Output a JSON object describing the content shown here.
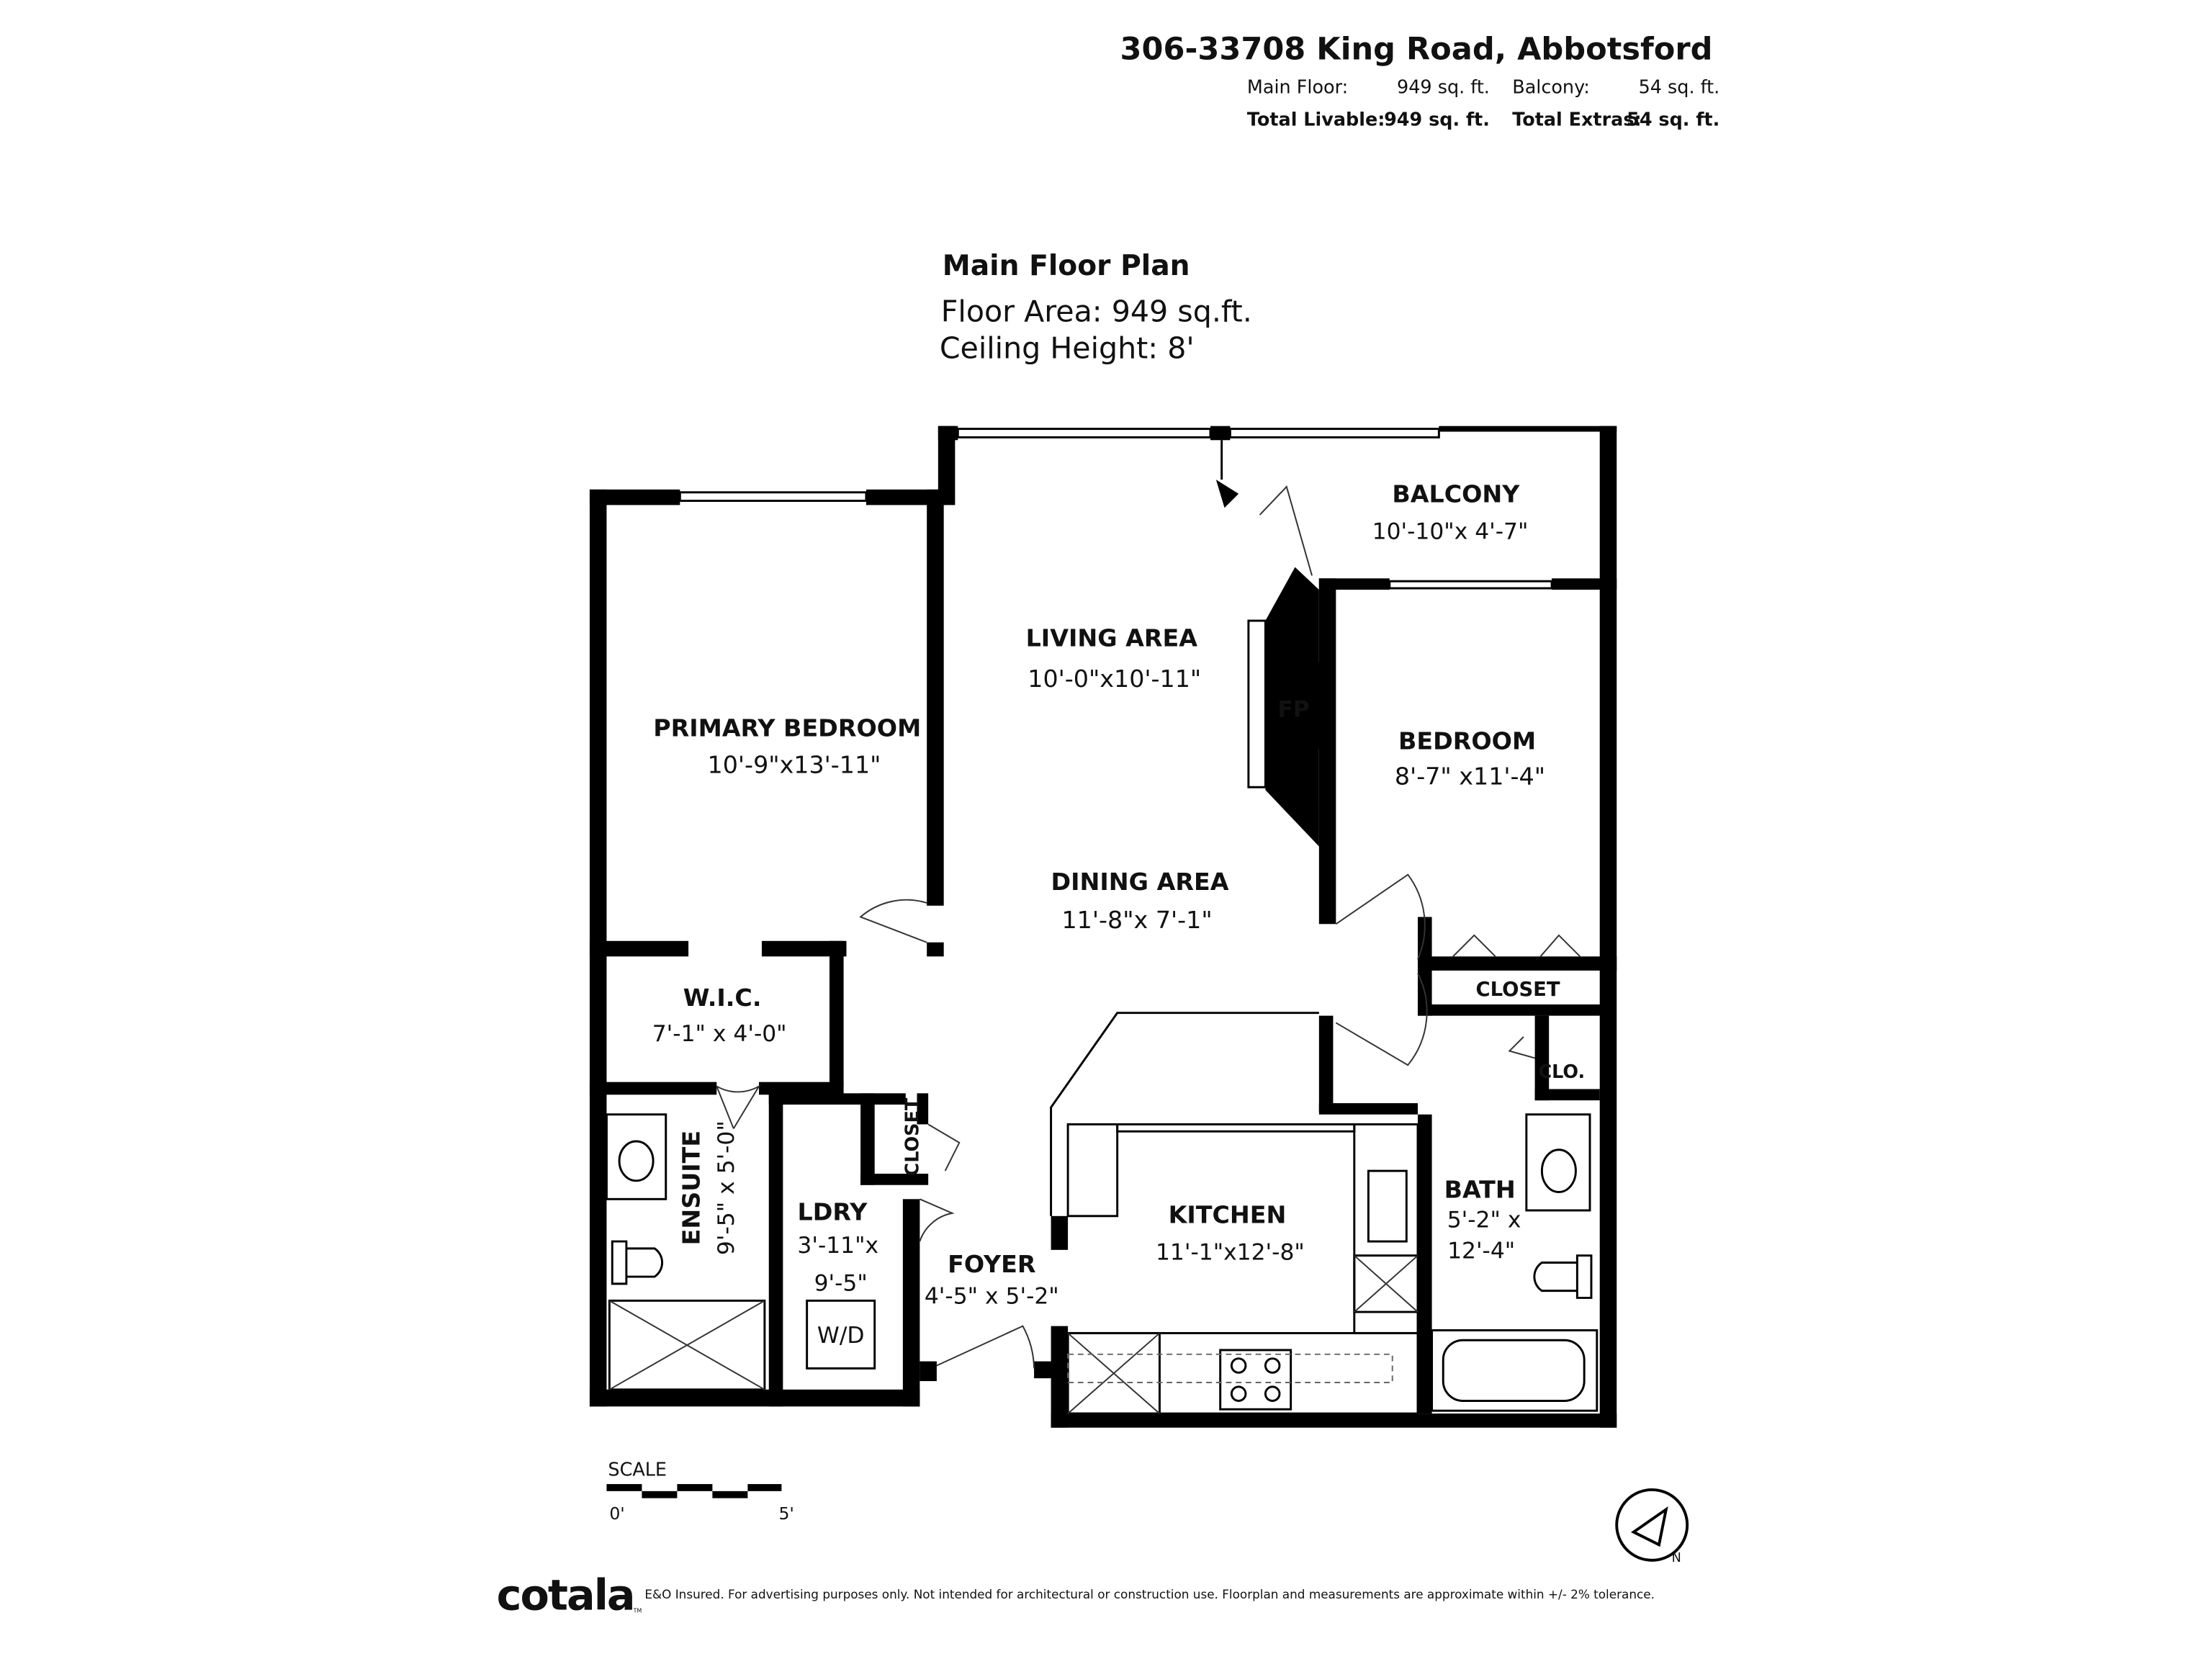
{
  "header": {
    "address": "306-33708 King Road, Abbotsford",
    "main_floor_label": "Main Floor:",
    "main_floor_value": "949 sq. ft.",
    "balcony_label": "Balcony:",
    "balcony_value": "54 sq. ft.",
    "total_livable_label": "Total Livable:",
    "total_livable_value": "949 sq. ft.",
    "total_extras_label": "Total Extras:",
    "total_extras_value": "54 sq. ft."
  },
  "plan": {
    "title": "Main Floor Plan",
    "floor_area": "Floor Area: 949 sq.ft.",
    "ceiling_height": "Ceiling Height: 8'"
  },
  "rooms": {
    "balcony": {
      "name": "BALCONY",
      "dims": "10'-10\"x 4'-7\""
    },
    "living": {
      "name": "LIVING AREA",
      "dims": "10'-0\"x10'-11\""
    },
    "primary": {
      "name": "PRIMARY BEDROOM",
      "dims": "10'-9\"x13'-11\""
    },
    "bedroom": {
      "name": "BEDROOM",
      "dims": "8'-7\" x11'-4\""
    },
    "dining": {
      "name": "DINING AREA",
      "dims": "11'-8\"x 7'-1\""
    },
    "fp": {
      "name": "FP"
    },
    "closet1": {
      "name": "CLOSET"
    },
    "wic": {
      "name": "W.I.C.",
      "dims": "7'-1\" x 4'-0\""
    },
    "clo": {
      "name": "CLO."
    },
    "closet2": {
      "name": "CLOSET"
    },
    "ensuite": {
      "name": "ENSUITE",
      "dims": "9'-5\" x 5'-0\""
    },
    "ldry": {
      "name": "LDRY",
      "dims1": "3'-11\"x",
      "dims2": "9'-5\"",
      "wd": "W/D"
    },
    "kitchen": {
      "name": "KITCHEN",
      "dims": "11'-1\"x12'-8\""
    },
    "bath": {
      "name": "BATH",
      "dims1": "5'-2\" x",
      "dims2": "12'-4\""
    },
    "foyer": {
      "name": "FOYER",
      "dims": "4'-5\" x 5'-2\""
    }
  },
  "scale": {
    "label": "SCALE",
    "min": "0'",
    "max": "5'"
  },
  "compass": {
    "letter": "N"
  },
  "footer": {
    "brand": "cotala",
    "tm": "TM",
    "disclaimer": "E&O Insured. For advertising purposes only. Not intended for architectural or construction use. Floorplan and measurements are approximate within +/- 2% tolerance."
  }
}
